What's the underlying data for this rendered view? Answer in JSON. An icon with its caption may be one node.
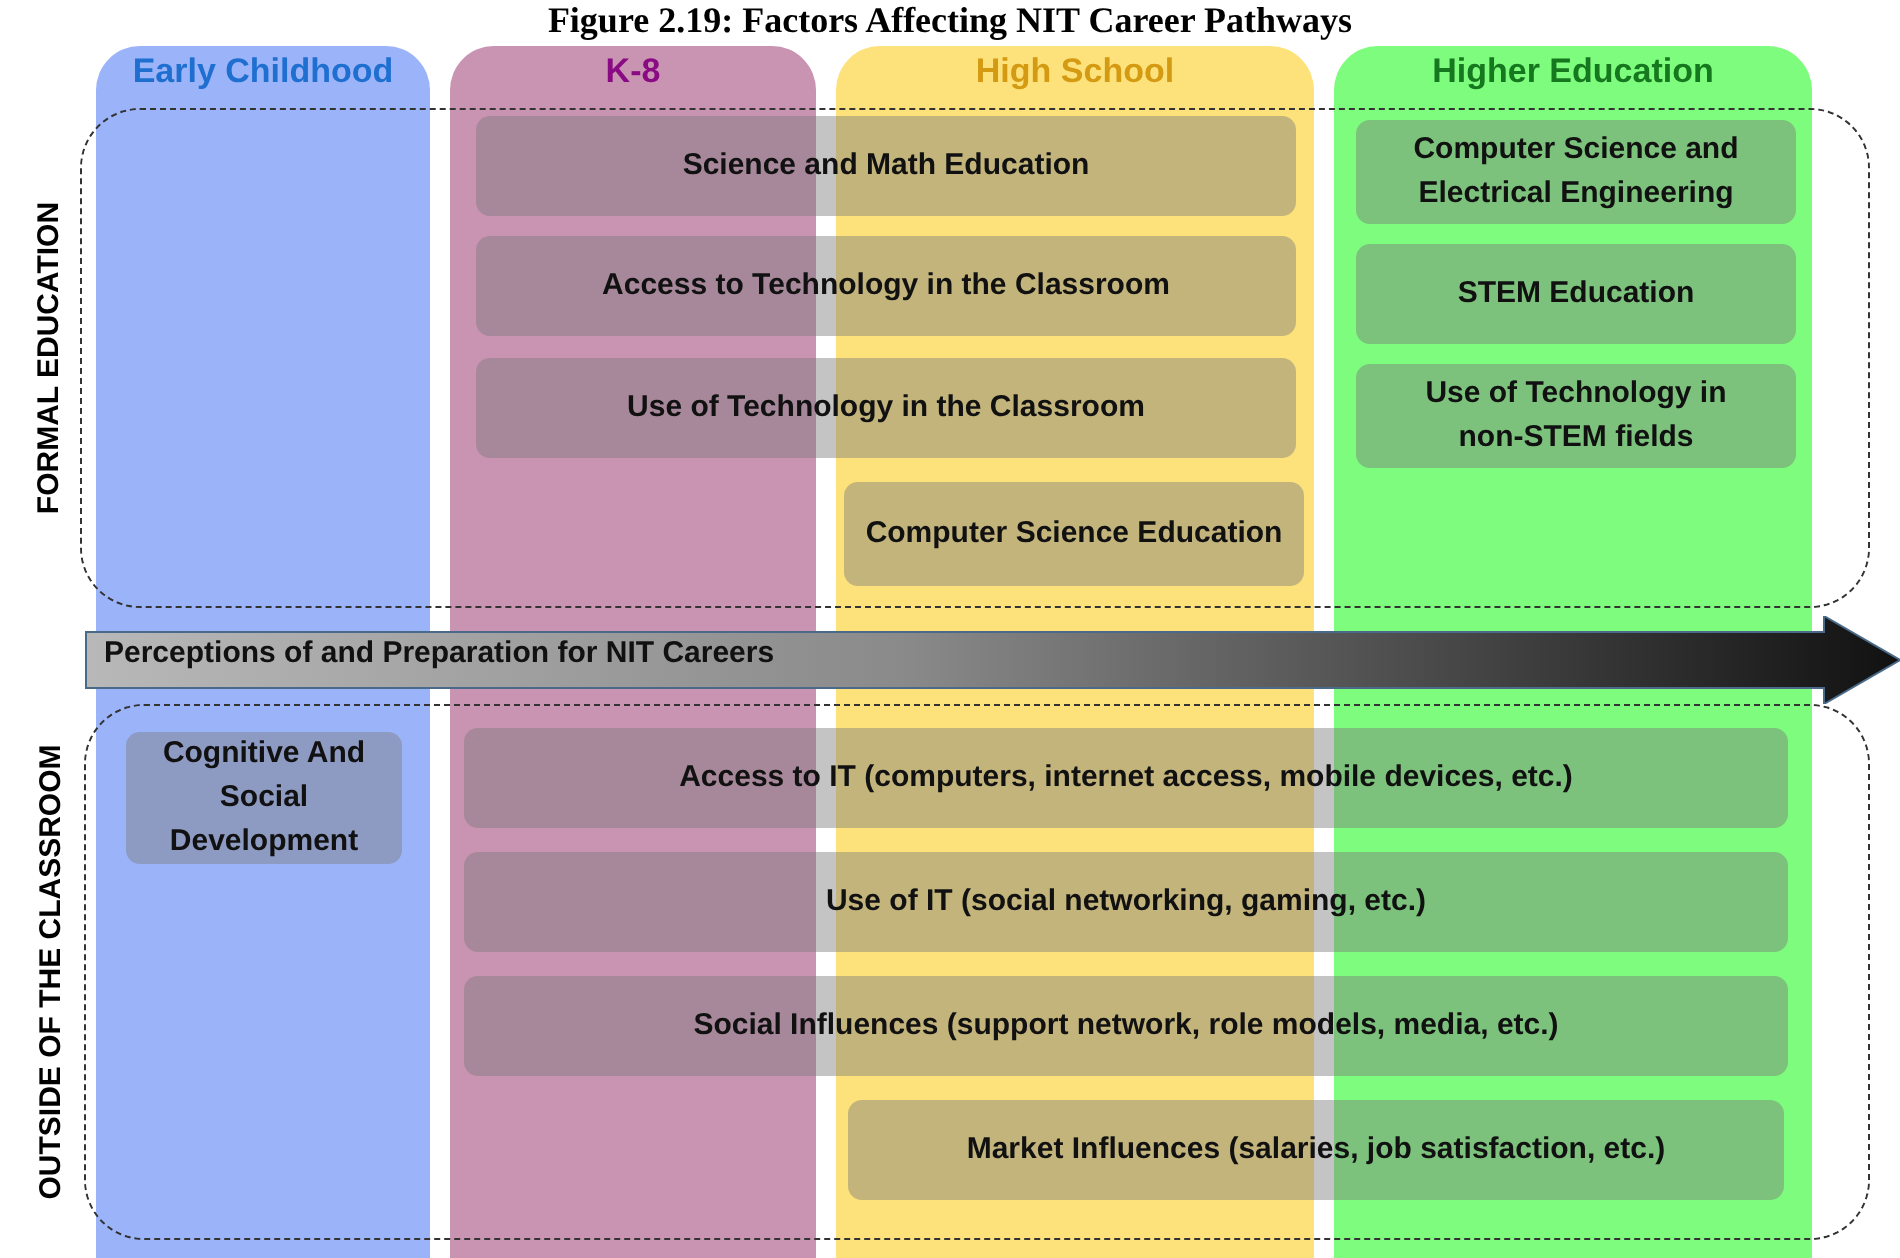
{
  "diagram": {
    "title": "Figure 2.19: Factors Affecting NIT Career Pathways",
    "nodes": [
      {
        "text": [
          "Early Childhood"
        ]
      },
      {
        "text": [
          "K-8"
        ]
      },
      {
        "text": [
          "High School"
        ]
      },
      {
        "text": [
          "Higher Education"
        ]
      },
      {
        "text": [
          "FORMAL EDUCATION"
        ]
      },
      {
        "text": [
          "Science and Math Education"
        ],
        "in": 4
      },
      {
        "text": [
          "Computer Science and Electrical Engineering"
        ]
      },
      {
        "text": [
          "Access to Technology in the Classroom"
        ],
        "in": 4
      },
      {
        "text": [
          "STEM Education"
        ]
      },
      {
        "text": [
          "Use of Technology in the Classroom"
        ],
        "in": 4
      },
      {
        "text": [
          "Use of Technology in non-STEM fields"
        ]
      },
      {
        "text": [
          "Computer Science Education"
        ]
      },
      {
        "text": [
          "Perceptions of and Preparation for NIT Careers"
        ]
      },
      {
        "text": [
          "OUTSIDE OF THE CLASSROOM"
        ]
      },
      {
        "text": [
          "Cognitive And Social Development"
        ]
      },
      {
        "text": [
          "Access to IT (computers, internet access, mobile devices, etc.)"
        ],
        "in": 13
      },
      {
        "text": [
          "Use of IT (social networking, gaming, etc.)"
        ],
        "in": 13
      },
      {
        "text": [
          "Social Influences (support network, role models, media, etc.)"
        ],
        "in": 13
      },
      {
        "text": [
          "Market Influences (salaries, job satisfaction, etc.)"
        ],
        "in": 13
      }
    ],
    "edges": []
  }
}
